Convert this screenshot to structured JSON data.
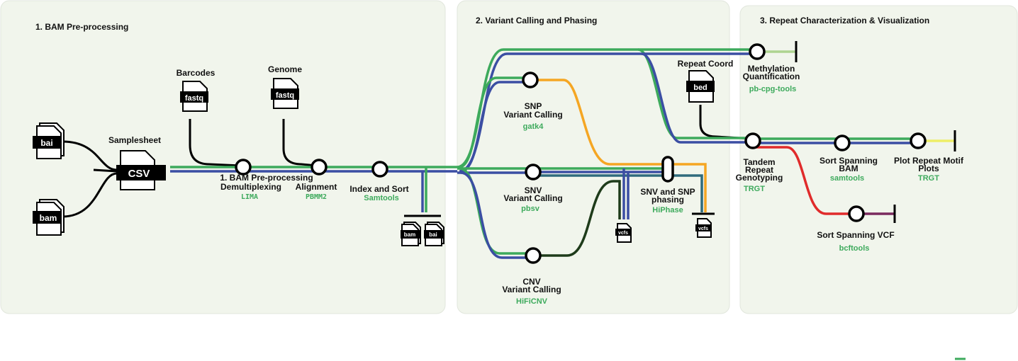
{
  "colors": {
    "panel_bg": "#f1f5ec",
    "panel_border": "#e1e6dc",
    "green": "#3daa5c",
    "blue": "#3b4ea3",
    "orange": "#f5a623",
    "teal": "#2f6b7c",
    "dark_green": "#1e3b1a",
    "light_green": "#aed490",
    "red": "#e02b2b",
    "purple": "#7a2a5e",
    "yellow": "#eeee66",
    "tool_label": "#3daa5c"
  },
  "sections": [
    {
      "title": "1.  BAM Pre-processing"
    },
    {
      "title": "2. Variant Calling and Phasing"
    },
    {
      "title": "3. Repeat Characterization & Visualization"
    }
  ],
  "inputs": {
    "barcodes": {
      "label": "Barcodes",
      "file": "fastq"
    },
    "genome": {
      "label": "Genome",
      "file": "fastq"
    },
    "samplesheet": {
      "label": "Samplesheet",
      "file": "CSV"
    },
    "bai": {
      "file": "bai"
    },
    "bam": {
      "file": "bam"
    },
    "repeat_coord": {
      "label": "Repeat Coord",
      "file": "bed"
    }
  },
  "steps": {
    "demux": {
      "line1": "1.  BAM Pre-processing",
      "line2": "Demultiplexing",
      "tool": "LIMA"
    },
    "align": {
      "label": "Alignment",
      "tool": "PBMM2"
    },
    "index_sort": {
      "label": "Index and Sort",
      "tool": "Samtools"
    },
    "snp": {
      "line1": "SNP",
      "line2": "Variant Calling",
      "tool": "gatk4"
    },
    "snv": {
      "line1": "SNV",
      "line2": "Variant Calling",
      "tool": "pbsv"
    },
    "cnv": {
      "line1": "CNV",
      "line2": "Variant Calling",
      "tool": "HiFiCNV"
    },
    "phasing": {
      "line1": "SNV and SNP",
      "line2": "phasing",
      "tool": "HiPhase"
    },
    "methylation": {
      "line1": "Methylation",
      "line2": "Quantification",
      "tool": "pb-cpg-tools"
    },
    "trgt": {
      "line1": "Tandem",
      "line2": "Repeat",
      "line3": "Genotyping",
      "tool": "TRGT"
    },
    "sort_bam": {
      "line1": "Sort Spanning",
      "line2": "BAM",
      "tool": "samtools"
    },
    "plot": {
      "line1": "Plot Repeat Motif",
      "line2": "Plots",
      "tool": "TRGT"
    },
    "sort_vcf": {
      "label": "Sort Spanning VCF",
      "tool": "bcftools"
    }
  },
  "outputs": {
    "bam_out": {
      "file": "bam"
    },
    "bai_out": {
      "file": "bai"
    },
    "vcf1": {
      "file": "vcfs"
    },
    "vcf2": {
      "file": "vcfs"
    }
  }
}
